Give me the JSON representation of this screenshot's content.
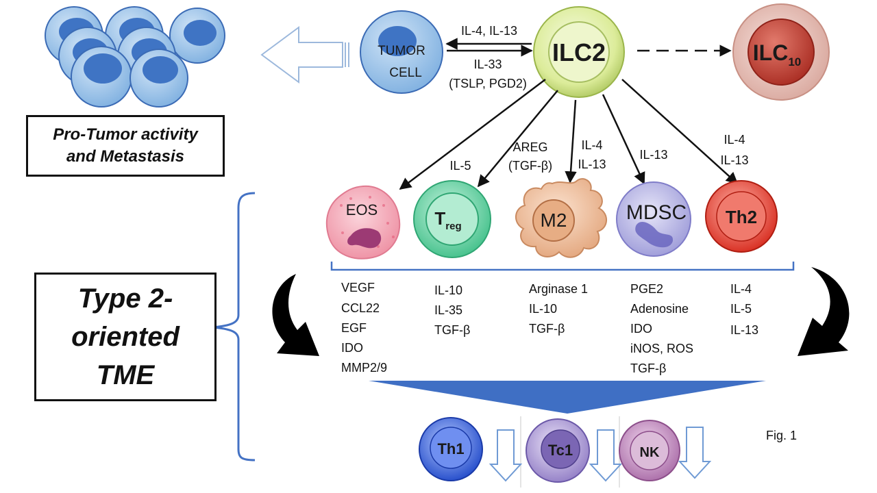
{
  "boxes": {
    "pro_tumor": {
      "line1": "Pro-Tumor activity",
      "line2": "and Metastasis"
    },
    "tme": {
      "line1": "Type 2-",
      "line2": "oriented",
      "line3": "TME"
    }
  },
  "cells": {
    "tumor": {
      "line1": "TUMOR",
      "line2": "CELL"
    },
    "ilc2": "ILC2",
    "ilc10": {
      "main": "ILC",
      "sub": "10"
    },
    "eos": "EOS",
    "treg": {
      "main": "T",
      "sub": "reg"
    },
    "m2": "M2",
    "mdsc": "MDSC",
    "th2": "Th2",
    "th1": "Th1",
    "tc1": "Tc1",
    "nk": "NK"
  },
  "interactions": {
    "ilc2_to_tumor": "IL-4, IL-13",
    "tumor_to_ilc2": {
      "line1": "IL-33",
      "line2": "(TSLP, PGD2)"
    },
    "to_treg": "IL-5",
    "to_m2": {
      "line1": "AREG",
      "line2": "(TGF-β)"
    },
    "to_m2_b": {
      "line1": "IL-4",
      "line2": "IL-13"
    },
    "to_mdsc": "IL-13",
    "to_th2": {
      "line1": "IL-4",
      "line2": "IL-13"
    }
  },
  "factors": {
    "eos": [
      "VEGF",
      "CCL22",
      "EGF",
      "IDO",
      "MMP2/9"
    ],
    "treg": [
      "IL-10",
      "IL-35",
      "TGF-β"
    ],
    "m2": [
      "Arginase 1",
      "IL-10",
      "TGF-β"
    ],
    "mdsc": [
      "PGE2",
      "Adenosine",
      "IDO",
      "iNOS, ROS",
      "TGF-β"
    ],
    "th2": [
      "IL-4",
      "IL-5",
      "IL-13"
    ]
  },
  "figure_label": "Fig. 1",
  "colors": {
    "tumor_fill": "#9cc3e6",
    "tumor_nucleus": "#3f74c4",
    "ilc2": "#d9eb94",
    "ilc10": "#c0504d",
    "eos": "#f3a3b2",
    "treg": "#5fcf9e",
    "m2": "#e8b48f",
    "mdsc": "#b7b6e6",
    "th2": "#e8473a",
    "th1": "#2f5bd8",
    "tc1": "#9a86cc",
    "nk": "#b77bb4",
    "bracket": "#4472c4",
    "triangle": "#3f6fc4"
  }
}
